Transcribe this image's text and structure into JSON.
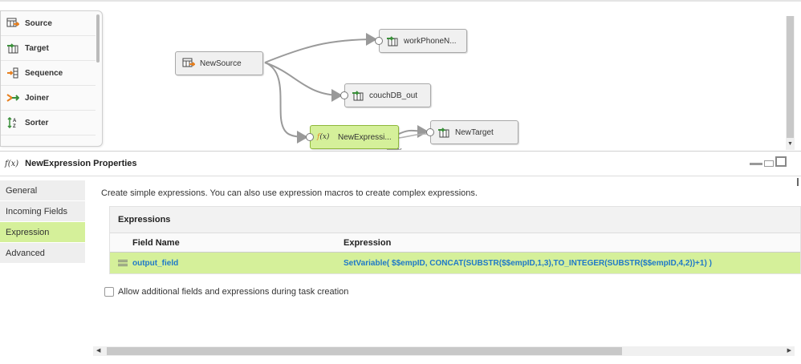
{
  "palette": {
    "items": [
      {
        "label": "Source",
        "icon": "source-icon"
      },
      {
        "label": "Target",
        "icon": "target-icon"
      },
      {
        "label": "Sequence",
        "icon": "sequence-icon"
      },
      {
        "label": "Joiner",
        "icon": "joiner-icon"
      },
      {
        "label": "Sorter",
        "icon": "sorter-icon"
      }
    ]
  },
  "canvas": {
    "nodes": {
      "source": "NewSource",
      "work_phone": "workPhoneN...",
      "couchdb": "couchDB_out",
      "expression": "NewExpressi...",
      "target": "NewTarget"
    }
  },
  "properties": {
    "fx_symbol": "f(x)",
    "title": "NewExpression Properties",
    "tabs": [
      "General",
      "Incoming Fields",
      "Expression",
      "Advanced"
    ],
    "active_tab": "Expression",
    "description": "Create simple expressions. You can also use expression macros to create complex expressions.",
    "expressions": {
      "title": "Expressions",
      "columns": [
        "Field Name",
        "Expression"
      ],
      "rows": [
        {
          "field": "output_field",
          "expression": "SetVariable( $$empID,  CONCAT(SUBSTR($$empID,1,3),TO_INTEGER(SUBSTR($$empID,4,2))+1) )"
        }
      ]
    },
    "allow_additional_label": "Allow additional fields and expressions during task creation"
  },
  "colors": {
    "selected_bg": "#d5f09a",
    "link_blue": "#1f79c8",
    "target_green": "#3a8f3a",
    "source_orange": "#e8801f"
  }
}
